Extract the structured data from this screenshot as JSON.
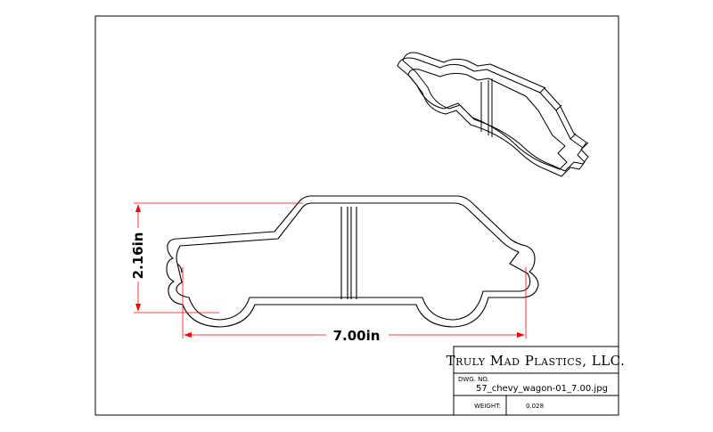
{
  "dimensions": {
    "width_label": "7.00in",
    "height_label": "2.16in",
    "dimension_color": "#ff0000"
  },
  "title_block": {
    "company": "Truly Mad Plastics, LLC.",
    "dwg_no_label": "DWG.  NO.",
    "dwg_no_value": "57_chevy_wagon-01_7.00.jpg",
    "weight_label": "WEIGHT:",
    "weight_value": "0.028"
  },
  "colors": {
    "line": "#000000",
    "background": "#ffffff"
  }
}
